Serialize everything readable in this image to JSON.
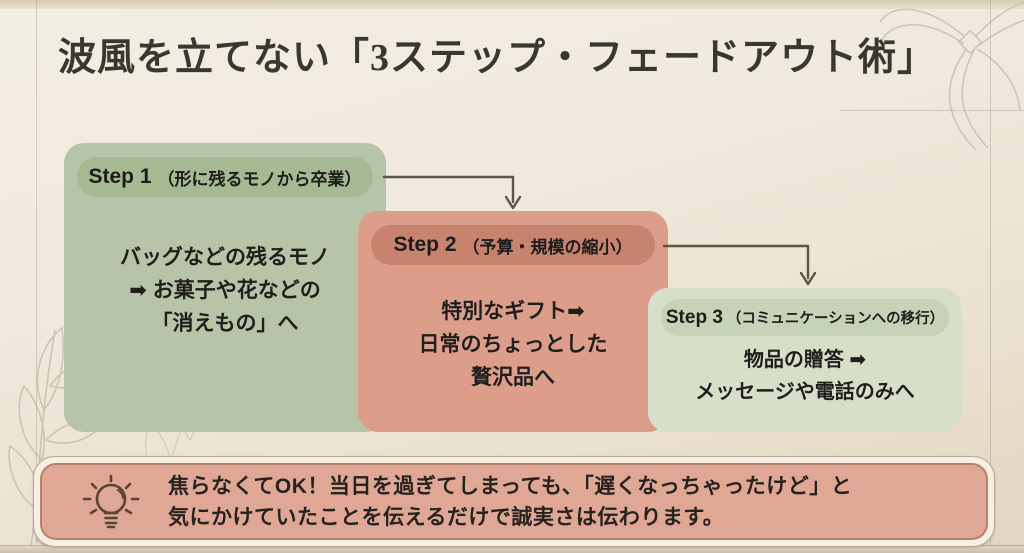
{
  "title": "波風を立てない「3ステップ・フェードアウト術」",
  "steps": [
    {
      "label": "Step 1",
      "subtitle": "（形に残るモノから卒業）",
      "body": [
        "バッグなどの残るモノ",
        "➡ お菓子や花などの",
        "「消えもの」へ"
      ],
      "box_color": "#b7c4a7",
      "header_color": "#a5b993"
    },
    {
      "label": "Step 2",
      "subtitle": "（予算・規模の縮小）",
      "body": [
        "特別なギフト➡",
        "日常のちょっとした",
        "贅沢品へ"
      ],
      "box_color": "#dc9e8b",
      "header_color": "#c8836f"
    },
    {
      "label": "Step 3",
      "subtitle": "（コミュニケーションへの移行）",
      "body": [
        "物品の贈答 ➡",
        "メッセージや電話のみへ"
      ],
      "box_color": "#d7dfc9",
      "header_color": "#c6d3b6"
    }
  ],
  "note": {
    "icon": "lightbulb-icon",
    "text": [
      "焦らなくてOK！当日を過ぎてしまっても、「遅くなっちゃったけど」と",
      "気にかけていたことを伝えるだけで誠実さは伝わります。"
    ],
    "bg_color": "#e0a794"
  },
  "colors": {
    "background_top": "#f3eee2",
    "background_bottom": "#e3d6c0",
    "title_text": "#3a3731",
    "body_text": "#1f1e1c",
    "connector": "#5d5548",
    "note_frame": "#f6f0e3",
    "note_outline": "#78583f",
    "bulb_line": "#5a4531"
  }
}
